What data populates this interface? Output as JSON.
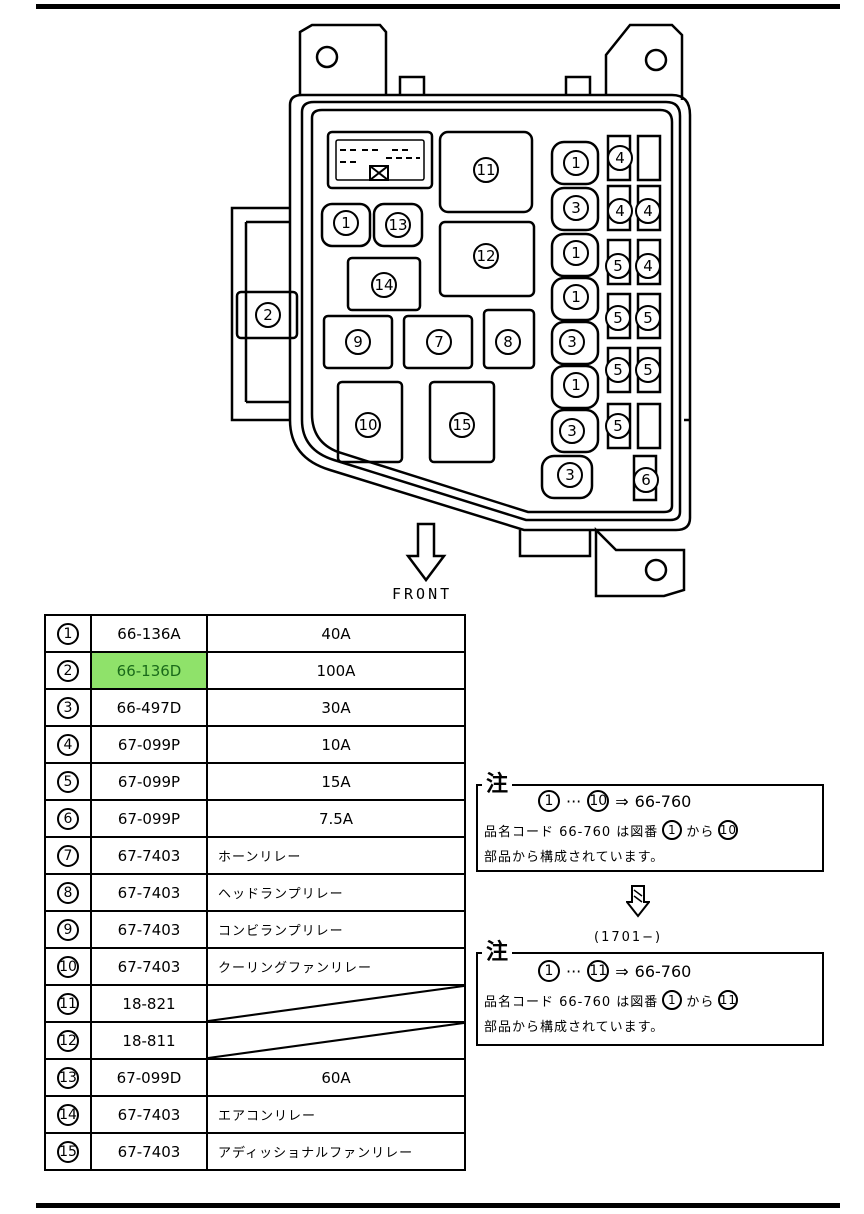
{
  "diagram": {
    "front_label": "FRONT",
    "fuse_box_labels": [
      "1",
      "2",
      "3",
      "4",
      "5",
      "6",
      "7",
      "8",
      "9",
      "10",
      "11",
      "12",
      "13",
      "14",
      "15"
    ]
  },
  "table": {
    "rows": [
      {
        "num": "1",
        "code": "66-136A",
        "desc": "40A",
        "highlight": false
      },
      {
        "num": "2",
        "code": "66-136D",
        "desc": "100A",
        "highlight": true
      },
      {
        "num": "3",
        "code": "66-497D",
        "desc": "30A",
        "highlight": false
      },
      {
        "num": "4",
        "code": "67-099P",
        "desc": "10A",
        "highlight": false
      },
      {
        "num": "5",
        "code": "67-099P",
        "desc": "15A",
        "highlight": false
      },
      {
        "num": "6",
        "code": "67-099P",
        "desc": "7.5A",
        "highlight": false
      },
      {
        "num": "7",
        "code": "67-7403",
        "desc": "ホーンリレー",
        "highlight": false
      },
      {
        "num": "8",
        "code": "67-7403",
        "desc": "ヘッドランプリレー",
        "highlight": false
      },
      {
        "num": "9",
        "code": "67-7403",
        "desc": "コンビランプリレー",
        "highlight": false
      },
      {
        "num": "10",
        "code": "67-7403",
        "desc": "クーリングファンリレー",
        "highlight": false
      },
      {
        "num": "11",
        "code": "18-821",
        "desc": "",
        "highlight": false
      },
      {
        "num": "12",
        "code": "18-811",
        "desc": "",
        "highlight": false
      },
      {
        "num": "13",
        "code": "67-099D",
        "desc": "60A",
        "highlight": false
      },
      {
        "num": "14",
        "code": "67-7403",
        "desc": "エアコンリレー",
        "highlight": false
      },
      {
        "num": "15",
        "code": "67-7403",
        "desc": "アディッショナルファンリレー",
        "highlight": false
      }
    ],
    "highlight_color": "#8fe26a"
  },
  "notes": [
    {
      "title": "注",
      "range_start": "1",
      "range_end": "10",
      "dots": "···",
      "arrow": "⇒",
      "code": "66-760",
      "text_a": "品名コード 66-760 は図番",
      "from_num": "1",
      "kara": "から",
      "to_num": "10",
      "text_b": "部品から構成されています。"
    },
    {
      "title": "注",
      "revision": "(1701−)",
      "range_start": "1",
      "range_end": "11",
      "dots": "···",
      "arrow": "⇒",
      "code": "66-760",
      "text_a": "品名コード 66-760 は図番",
      "from_num": "1",
      "kara": "から",
      "to_num": "11",
      "text_b": "部品から構成されています。"
    }
  ]
}
